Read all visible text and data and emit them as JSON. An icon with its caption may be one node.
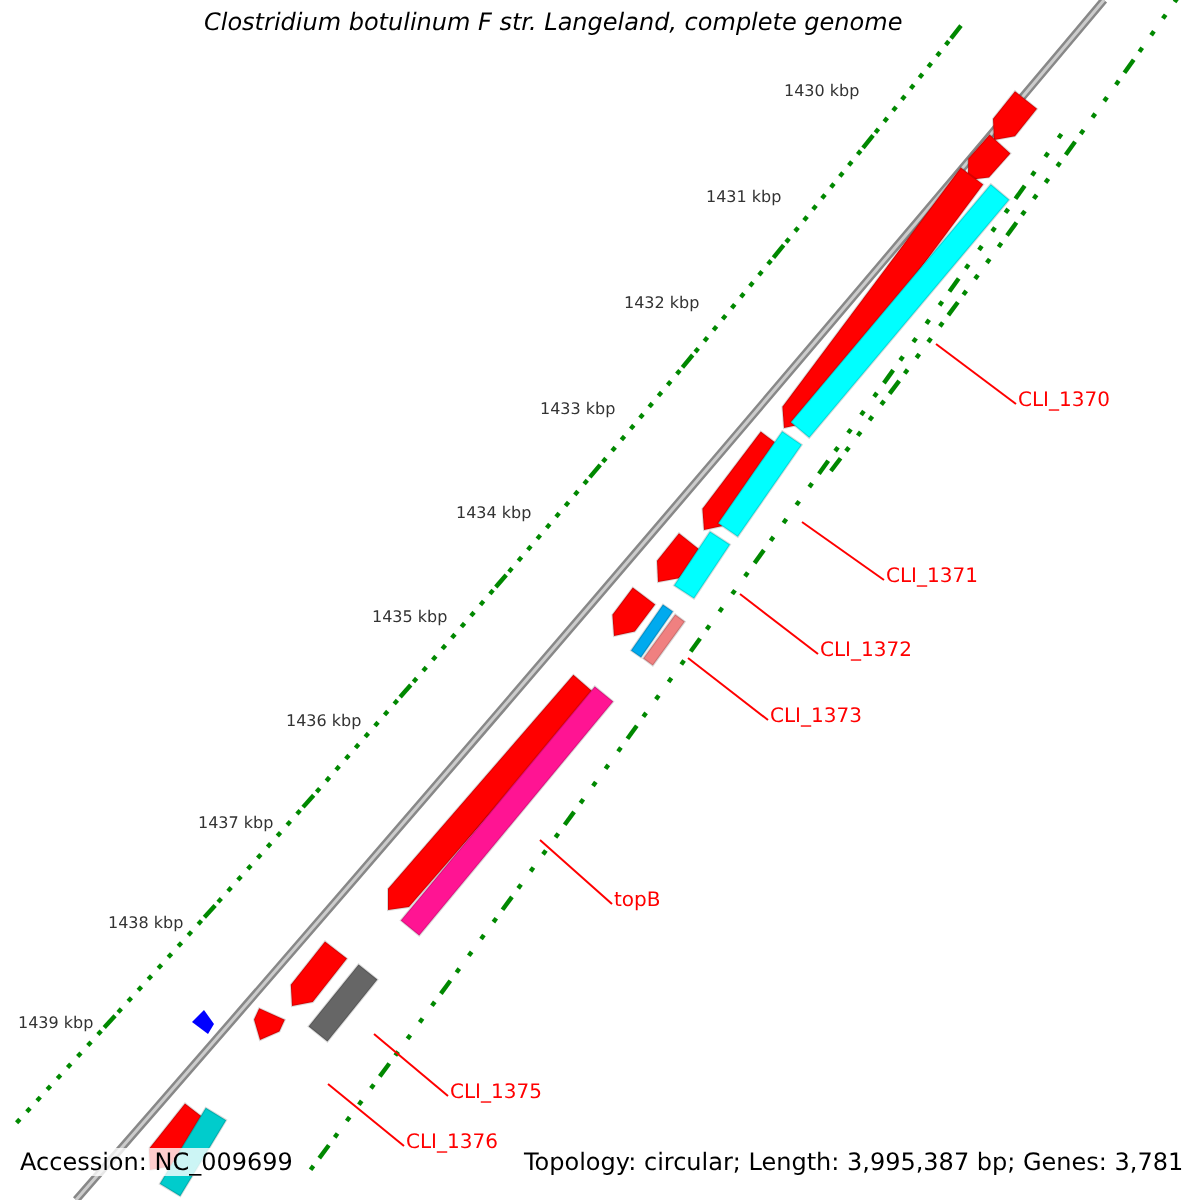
{
  "diagram": {
    "title": "Clostridium botulinum F str. Langeland, complete genome",
    "nodes": [
      {
        "text": [
          "CLI_1370"
        ]
      },
      {
        "text": [
          "CLI_1371"
        ]
      },
      {
        "text": [
          "CLI_1372"
        ]
      },
      {
        "text": [
          "CLI_1373"
        ]
      },
      {
        "text": [
          "topB"
        ]
      },
      {
        "text": [
          "CLI_1375"
        ]
      },
      {
        "text": [
          "CLI_1376"
        ]
      }
    ],
    "edges": [
      {
        "from": 0,
        "to": null,
        "arrow": "none"
      },
      {
        "from": 1,
        "to": null,
        "arrow": "none"
      },
      {
        "from": 2,
        "to": null,
        "arrow": "none"
      },
      {
        "from": 3,
        "to": null,
        "arrow": "none"
      },
      {
        "from": 4,
        "to": null,
        "arrow": "none"
      },
      {
        "from": 5,
        "to": null,
        "arrow": "none"
      },
      {
        "from": 6,
        "to": null,
        "arrow": "none"
      }
    ],
    "labels": [
      "1430 kbp",
      "1431 kbp",
      "1432 kbp",
      "1433 kbp",
      "1434 kbp",
      "1435 kbp",
      "1436 kbp",
      "1437 kbp",
      "1438 kbp",
      "1439 kbp",
      "Accession: NC_009699",
      "Topology: circular; Length: 3,995,387 bp; Genes: 3,781"
    ]
  }
}
